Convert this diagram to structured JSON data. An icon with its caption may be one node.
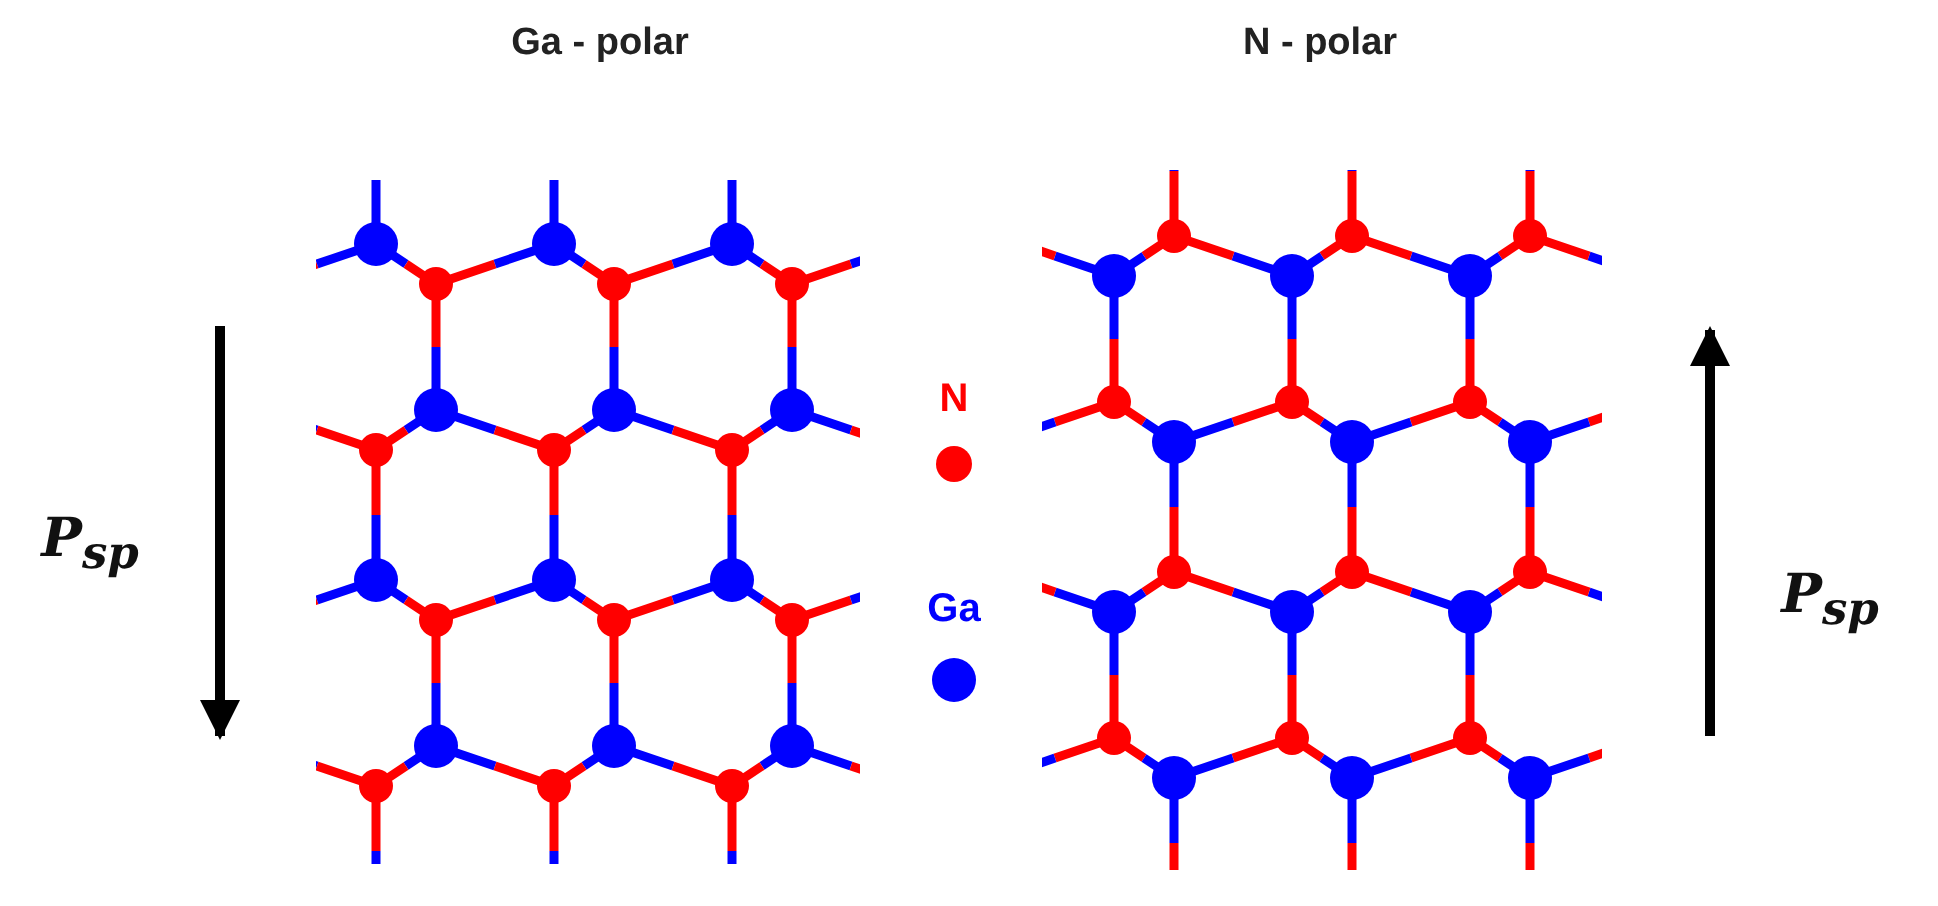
{
  "diagram": {
    "labels": [
      "Ga - polar",
      "N - polar",
      "P$_{sp}$",
      "P$_{sp}$"
    ],
    "legend": [
      {
        "text": "N",
        "color": "#ff0000"
      },
      {
        "text": "Ga",
        "color": "#0000ff"
      }
    ]
  }
}
